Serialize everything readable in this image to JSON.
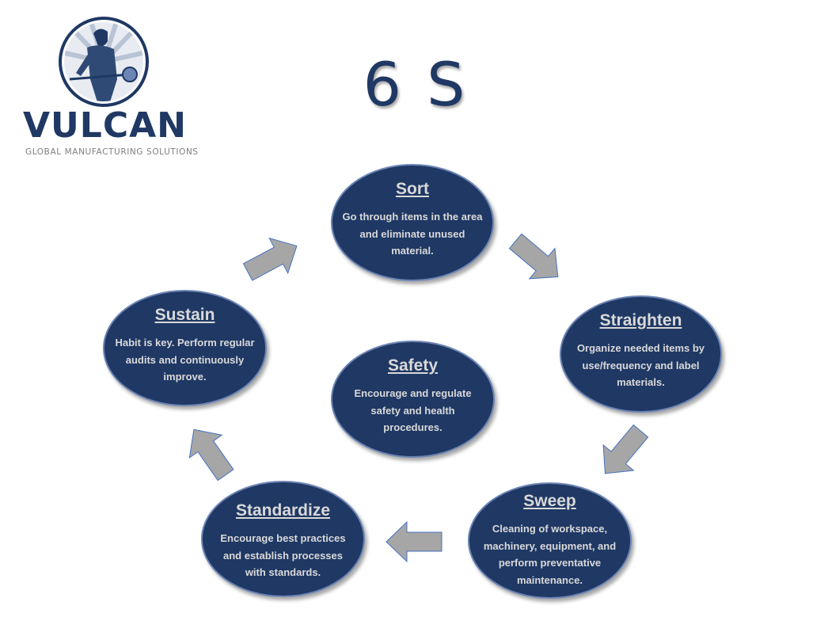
{
  "title": "6 S",
  "logo": {
    "name": "VULCAN",
    "tagline": "GLOBAL MANUFACTURING SOLUTIONS"
  },
  "colors": {
    "node_fill": "#1f3864",
    "node_border": "#6d85b5",
    "arrow_fill": "#a6a6a6",
    "arrow_outline": "#4472c4",
    "title": "#1f3864"
  },
  "steps": {
    "sort": {
      "title": "Sort",
      "description": "Go through items in the area and eliminate unused material."
    },
    "straighten": {
      "title": "Straighten",
      "description": "Organize needed items by use/frequency and label materials."
    },
    "sweep": {
      "title": "Sweep",
      "description": "Cleaning of workspace, machinery, equipment, and perform preventative maintenance."
    },
    "standardize": {
      "title": "Standardize",
      "description": "Encourage best practices and establish processes with standards."
    },
    "sustain": {
      "title": "Sustain",
      "description": "Habit is key. Perform regular audits and continuously improve."
    },
    "safety": {
      "title": "Safety",
      "description": "Encourage and regulate safety and health procedures."
    }
  }
}
